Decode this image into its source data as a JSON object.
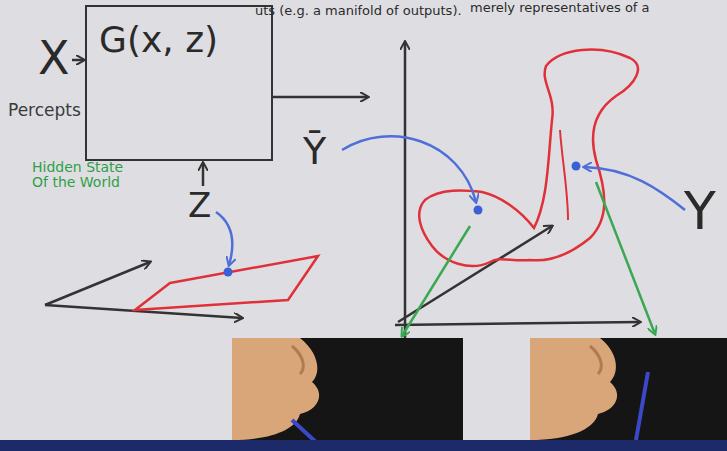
{
  "diagram": {
    "nodes": [
      {
        "text": [
          "G(x, z)"
        ]
      }
    ],
    "labels": [
      "merely representatives of a",
      "uts (e.g. a manifold of outputs).",
      "X",
      "Percepts",
      "Z",
      "Hidden State Of the World",
      "Ȳ",
      "Y"
    ]
  }
}
